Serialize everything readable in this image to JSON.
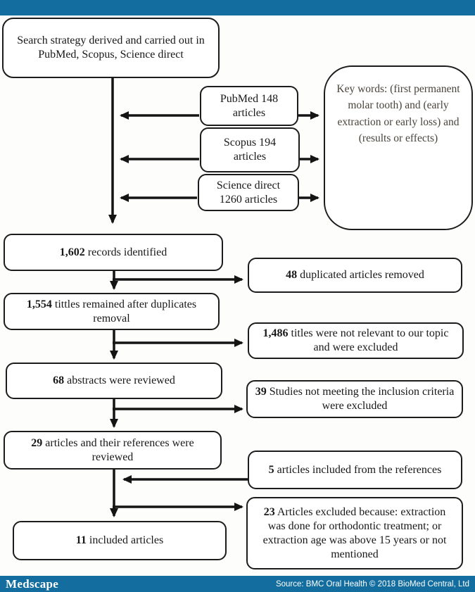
{
  "colors": {
    "bar_blue": "#136d9f",
    "line_black": "#141414"
  },
  "footer": {
    "brand": "Medscape",
    "source": "Source: BMC Oral Health © 2018 BioMed Central, Ltd"
  },
  "boxes": {
    "search_strategy": {
      "bold": "",
      "text": "Search strategy derived and carried out in PubMed, Scopus, Science direct"
    },
    "pubmed": {
      "bold": "",
      "text": "PubMed 148 articles"
    },
    "scopus": {
      "bold": "",
      "text": "Scopus 194 articles"
    },
    "science_direct": {
      "bold": "",
      "text": "Science direct 1260 articles"
    },
    "keywords": {
      "bold": "",
      "text": "Key words: (first permanent molar tooth) and (early extraction or early loss) and (results or effects)"
    },
    "records_identified": {
      "bold": "1,602",
      "text": " records identified"
    },
    "duplicates_removed": {
      "bold": "48",
      "text": " duplicated articles removed"
    },
    "titles_remained": {
      "bold": "1,554",
      "text": " tittles remained after duplicates removal"
    },
    "titles_not_relevant": {
      "bold": "1,486",
      "text": " titles were not relevant to our topic and were excluded"
    },
    "abstracts_reviewed": {
      "bold": "68",
      "text": " abstracts were reviewed"
    },
    "studies_not_meeting": {
      "bold": "39",
      "text": " Studies not meeting the inclusion criteria were excluded"
    },
    "articles_references_reviewed": {
      "bold": "29",
      "text": " articles and their references were reviewed"
    },
    "articles_from_references": {
      "bold": "5",
      "text": " articles included from the references"
    },
    "articles_excluded": {
      "bold": "23",
      "text": " Articles excluded because: extraction was done for orthodontic treatment; or extraction age was above 15 years or not mentioned"
    },
    "included_articles": {
      "bold": "11",
      "text": " included articles"
    }
  }
}
